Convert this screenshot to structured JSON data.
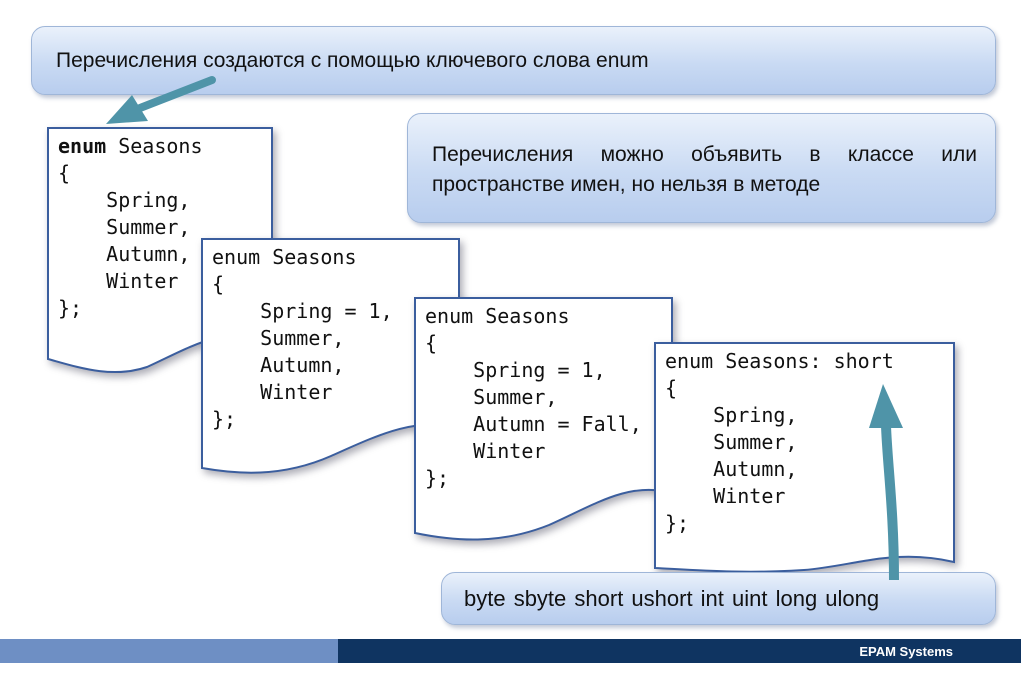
{
  "callouts": {
    "enum_keyword": "Перечисления создаются с помощью ключевого слова enum",
    "declaration_scope_line1": "Перечисления можно объявить в классе или",
    "declaration_scope_line2": "пространстве имен, но нельзя в методе",
    "underlying_types": "byte sbyte short ushort int uint long ulong"
  },
  "code_samples": [
    {
      "keyword": "enum",
      "header_rest": " Seasons",
      "body": "{\n    Spring,\n    Summer,\n    Autumn,\n    Winter\n};"
    },
    {
      "keyword": "",
      "header_rest": "enum Seasons",
      "body": "{\n    Spring = 1,\n    Summer,\n    Autumn,\n    Winter\n};"
    },
    {
      "keyword": "",
      "header_rest": "enum Seasons",
      "body": "{\n    Spring = 1,\n    Summer,\n    Autumn = Fall,\n    Winter\n};"
    },
    {
      "keyword": "",
      "header_rest": "enum Seasons: short",
      "body": "{\n    Spring,\n    Summer,\n    Autumn,\n    Winter\n};"
    }
  ],
  "footer": {
    "brand": "EPAM Systems"
  },
  "colors": {
    "arrow": "#4f94a8",
    "doc_border": "#3b5e9e",
    "footer_dark": "#0f3461",
    "footer_light": "#6e8fc4"
  }
}
